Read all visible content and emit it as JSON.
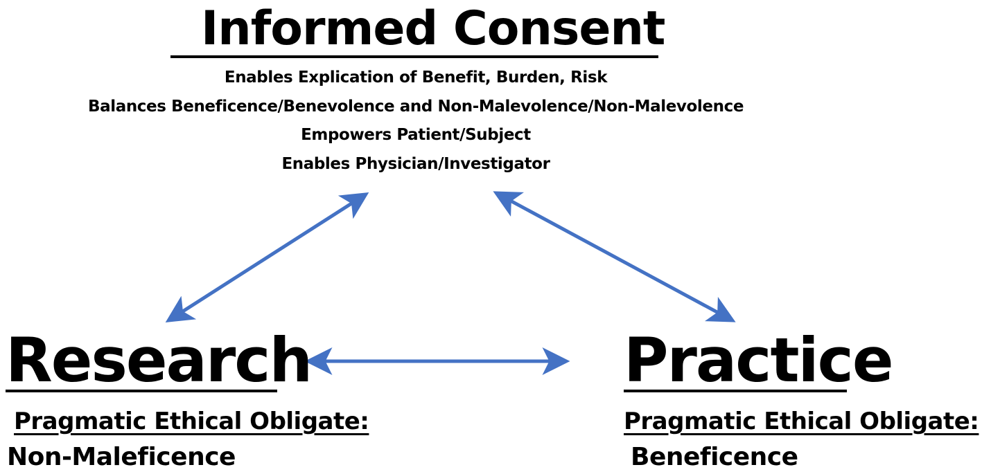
{
  "consent": {
    "title": "Informed Consent",
    "points": [
      "Enables Explication of Benefit, Burden, Risk",
      "Balances Beneficence/Benevolence and Non-Malevolence/Non-Malevolence",
      "Empowers Patient/Subject",
      "Enables Physician/Investigator"
    ]
  },
  "research": {
    "title": "Research",
    "obligate_label": "Pragmatic Ethical Obligate:",
    "obligate_value": "Non-Maleficence"
  },
  "practice": {
    "title": "Practice",
    "obligate_label": "Pragmatic Ethical Obligate:",
    "obligate_value": "Beneficence"
  },
  "colors": {
    "arrow": "#4472C4",
    "text": "#000000"
  }
}
